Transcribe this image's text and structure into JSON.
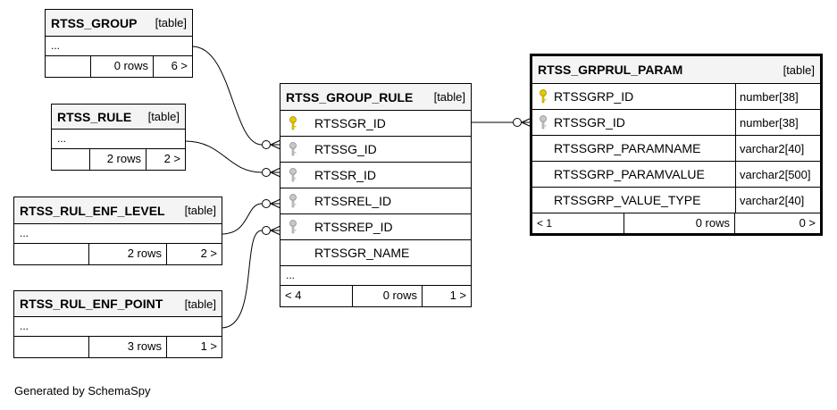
{
  "tables": {
    "rtss_group": {
      "name": "RTSS_GROUP",
      "type": "[table]",
      "ellipsis": "...",
      "rows": "0 rows",
      "children": "6 >"
    },
    "rtss_rule": {
      "name": "RTSS_RULE",
      "type": "[table]",
      "ellipsis": "...",
      "rows": "2 rows",
      "children": "2 >"
    },
    "rtss_rul_enf_level": {
      "name": "RTSS_RUL_ENF_LEVEL",
      "type": "[table]",
      "ellipsis": "...",
      "rows": "2 rows",
      "children": "2 >"
    },
    "rtss_rul_enf_point": {
      "name": "RTSS_RUL_ENF_POINT",
      "type": "[table]",
      "ellipsis": "...",
      "rows": "3 rows",
      "children": "1 >"
    },
    "rtss_group_rule": {
      "name": "RTSS_GROUP_RULE",
      "type": "[table]",
      "columns": [
        "RTSSGR_ID",
        "RTSSG_ID",
        "RTSSR_ID",
        "RTSSREL_ID",
        "RTSSREP_ID",
        "RTSSGR_NAME"
      ],
      "ellipsis": "...",
      "parents": "< 4",
      "rows": "0 rows",
      "children": "1 >"
    },
    "rtss_grprul_param": {
      "name": "RTSS_GRPRUL_PARAM",
      "type": "[table]",
      "columns": [
        {
          "name": "RTSSGRP_ID",
          "dtype": "number[38]"
        },
        {
          "name": "RTSSGR_ID",
          "dtype": "number[38]"
        },
        {
          "name": "RTSSGRP_PARAMNAME",
          "dtype": "varchar2[40]"
        },
        {
          "name": "RTSSGRP_PARAMVALUE",
          "dtype": "varchar2[500]"
        },
        {
          "name": "RTSSGRP_VALUE_TYPE",
          "dtype": "varchar2[40]"
        }
      ],
      "parents": "< 1",
      "rows": "0 rows",
      "children": "0 >"
    }
  },
  "icons": {
    "primary_key": "gold-key-icon",
    "foreign_key": "gray-key-icon"
  },
  "colors": {
    "primary_key": "#e8c800",
    "foreign_key": "#a8a8a8",
    "header_bg": "#f4f4f4"
  },
  "footer": "Generated by SchemaSpy"
}
